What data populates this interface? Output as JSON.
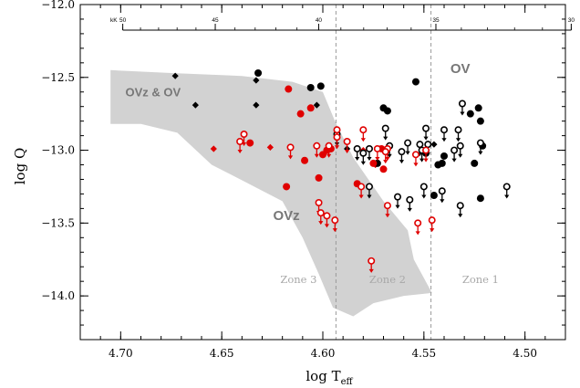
{
  "chart_data": {
    "type": "scatter",
    "xlabel": "log T",
    "xlabel_sub": "eff",
    "ylabel": "log Q",
    "xlim": [
      4.72,
      4.48
    ],
    "ylim": [
      -14.3,
      -12.0
    ],
    "x_ticks": [
      4.7,
      4.65,
      4.6,
      4.55,
      4.5
    ],
    "x_tick_labels": [
      "4.70",
      "4.65",
      "4.60",
      "4.55",
      "4.50"
    ],
    "y_ticks": [
      -12.0,
      -12.5,
      -13.0,
      -13.5,
      -14.0
    ],
    "y_tick_labels": [
      "−12.0",
      "−12.5",
      "−13.0",
      "−13.5",
      "−14.0"
    ],
    "top_axis": {
      "unit_label": "kK",
      "ticks_kK": [
        50,
        45,
        40,
        35,
        30
      ],
      "tick_labels": [
        "50",
        "45",
        "40",
        "35",
        "30"
      ],
      "minor_step_kK": 1
    },
    "zone_boundaries": [
      4.5935,
      4.5465
    ],
    "zone_labels": [
      {
        "text": "Zone 3",
        "x": 4.612,
        "y": -13.91
      },
      {
        "text": "Zone 2",
        "x": 4.568,
        "y": -13.91
      },
      {
        "text": "Zone 1",
        "x": 4.522,
        "y": -13.91
      }
    ],
    "region_labels": [
      {
        "text": "OVz & OV",
        "x": 4.684,
        "y": -12.63,
        "size": 13
      },
      {
        "text": "OV",
        "x": 4.532,
        "y": -12.47,
        "size": 15
      },
      {
        "text": "OVz",
        "x": 4.618,
        "y": -13.48,
        "size": 15
      }
    ],
    "shaded_region": [
      [
        4.705,
        -12.45
      ],
      [
        4.675,
        -12.47
      ],
      [
        4.64,
        -12.49
      ],
      [
        4.615,
        -12.53
      ],
      [
        4.6,
        -12.6
      ],
      [
        4.594,
        -12.8
      ],
      [
        4.585,
        -13.05
      ],
      [
        4.57,
        -13.35
      ],
      [
        4.558,
        -13.55
      ],
      [
        4.555,
        -13.75
      ],
      [
        4.546,
        -13.98
      ],
      [
        4.56,
        -14.0
      ],
      [
        4.575,
        -14.05
      ],
      [
        4.585,
        -14.14
      ],
      [
        4.595,
        -14.08
      ],
      [
        4.602,
        -13.85
      ],
      [
        4.61,
        -13.6
      ],
      [
        4.62,
        -13.35
      ],
      [
        4.638,
        -13.22
      ],
      [
        4.655,
        -13.1
      ],
      [
        4.672,
        -12.88
      ],
      [
        4.69,
        -12.82
      ],
      [
        4.705,
        -12.82
      ]
    ],
    "series": [
      {
        "marker": "diamond",
        "color": "#000000",
        "points": [
          [
            4.673,
            -12.49
          ],
          [
            4.663,
            -12.69
          ],
          [
            4.633,
            -12.69
          ],
          [
            4.633,
            -12.52
          ],
          [
            4.603,
            -12.69
          ],
          [
            4.588,
            -12.99
          ],
          [
            4.545,
            -12.96
          ]
        ]
      },
      {
        "marker": "diamond",
        "color": "#e00000",
        "points": [
          [
            4.654,
            -12.99
          ],
          [
            4.626,
            -12.98
          ],
          [
            4.597,
            -13.0
          ],
          [
            4.58,
            -13.0
          ],
          [
            4.574,
            -13.1
          ]
        ]
      },
      {
        "marker": "circle",
        "color": "#000000",
        "points": [
          [
            4.632,
            -12.47
          ],
          [
            4.606,
            -12.57
          ],
          [
            4.601,
            -12.56
          ],
          [
            4.57,
            -12.71
          ],
          [
            4.568,
            -12.73
          ],
          [
            4.554,
            -12.53
          ],
          [
            4.549,
            -13.02
          ],
          [
            4.545,
            -13.31
          ],
          [
            4.543,
            -13.1
          ],
          [
            4.541,
            -13.09
          ],
          [
            4.54,
            -13.04
          ],
          [
            4.527,
            -12.75
          ],
          [
            4.525,
            -13.09
          ],
          [
            4.523,
            -12.71
          ],
          [
            4.522,
            -12.8
          ],
          [
            4.522,
            -13.33
          ],
          [
            4.521,
            -12.97
          ],
          [
            4.573,
            -13.09
          ]
        ]
      },
      {
        "marker": "circle",
        "color": "#e00000",
        "points": [
          [
            4.636,
            -12.95
          ],
          [
            4.617,
            -12.58
          ],
          [
            4.611,
            -12.75
          ],
          [
            4.609,
            -13.07
          ],
          [
            4.606,
            -12.71
          ],
          [
            4.602,
            -13.19
          ],
          [
            4.6,
            -13.03
          ],
          [
            4.598,
            -13.0
          ],
          [
            4.596,
            -12.99
          ],
          [
            4.583,
            -13.23
          ],
          [
            4.575,
            -13.09
          ],
          [
            4.571,
            -12.99
          ],
          [
            4.57,
            -13.13
          ],
          [
            4.618,
            -13.25
          ]
        ]
      },
      {
        "marker": "upper_limit",
        "color": "#000000",
        "points": [
          [
            4.593,
            -12.89
          ],
          [
            4.583,
            -12.99
          ],
          [
            4.58,
            -13.02
          ],
          [
            4.577,
            -12.99
          ],
          [
            4.577,
            -13.25
          ],
          [
            4.569,
            -12.85
          ],
          [
            4.567,
            -12.97
          ],
          [
            4.563,
            -13.32
          ],
          [
            4.561,
            -13.01
          ],
          [
            4.558,
            -12.95
          ],
          [
            4.557,
            -13.34
          ],
          [
            4.552,
            -12.96
          ],
          [
            4.551,
            -13.0
          ],
          [
            4.55,
            -13.25
          ],
          [
            4.549,
            -12.85
          ],
          [
            4.548,
            -12.96
          ],
          [
            4.541,
            -13.28
          ],
          [
            4.535,
            -13.0
          ],
          [
            4.533,
            -12.86
          ],
          [
            4.532,
            -13.38
          ],
          [
            4.532,
            -12.97
          ],
          [
            4.531,
            -12.68
          ],
          [
            4.522,
            -12.95
          ],
          [
            4.509,
            -13.25
          ],
          [
            4.54,
            -12.86
          ]
        ]
      },
      {
        "marker": "upper_limit",
        "color": "#e00000",
        "points": [
          [
            4.641,
            -12.94
          ],
          [
            4.639,
            -12.89
          ],
          [
            4.616,
            -12.98
          ],
          [
            4.603,
            -12.97
          ],
          [
            4.602,
            -13.36
          ],
          [
            4.601,
            -13.43
          ],
          [
            4.598,
            -13.45
          ],
          [
            4.594,
            -13.48
          ],
          [
            4.593,
            -12.86
          ],
          [
            4.593,
            -12.91
          ],
          [
            4.588,
            -12.94
          ],
          [
            4.581,
            -13.25
          ],
          [
            4.58,
            -12.86
          ],
          [
            4.573,
            -12.99
          ],
          [
            4.568,
            -13.38
          ],
          [
            4.568,
            -12.99
          ],
          [
            4.554,
            -13.03
          ],
          [
            4.553,
            -13.5
          ],
          [
            4.546,
            -13.48
          ],
          [
            4.549,
            -13.0
          ],
          [
            4.576,
            -13.76
          ],
          [
            4.569,
            -13.01
          ],
          [
            4.597,
            -12.97
          ]
        ]
      }
    ]
  }
}
